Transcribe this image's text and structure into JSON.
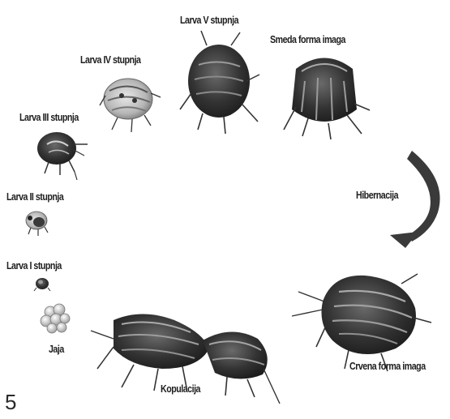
{
  "figure_number": "5",
  "labels": {
    "larva5": "Larva V  stupnja",
    "smeda": "Smeda forma imaga",
    "larva4": "Larva IV stupnja",
    "larva3": "Larva III stupnja",
    "hibernacija": "Hibernacija",
    "larva2": "Larva II stupnja",
    "larva1": "Larva I stupnja",
    "jaja": "Jaja",
    "crvena": "Crvena forma imaga",
    "kopulacija": "Kopulacija"
  },
  "colors": {
    "ink": "#202020",
    "arrow": "#3a3a3a",
    "bug_dark": "#2b2b2b",
    "bug_stripe": "#9a9a9a"
  }
}
